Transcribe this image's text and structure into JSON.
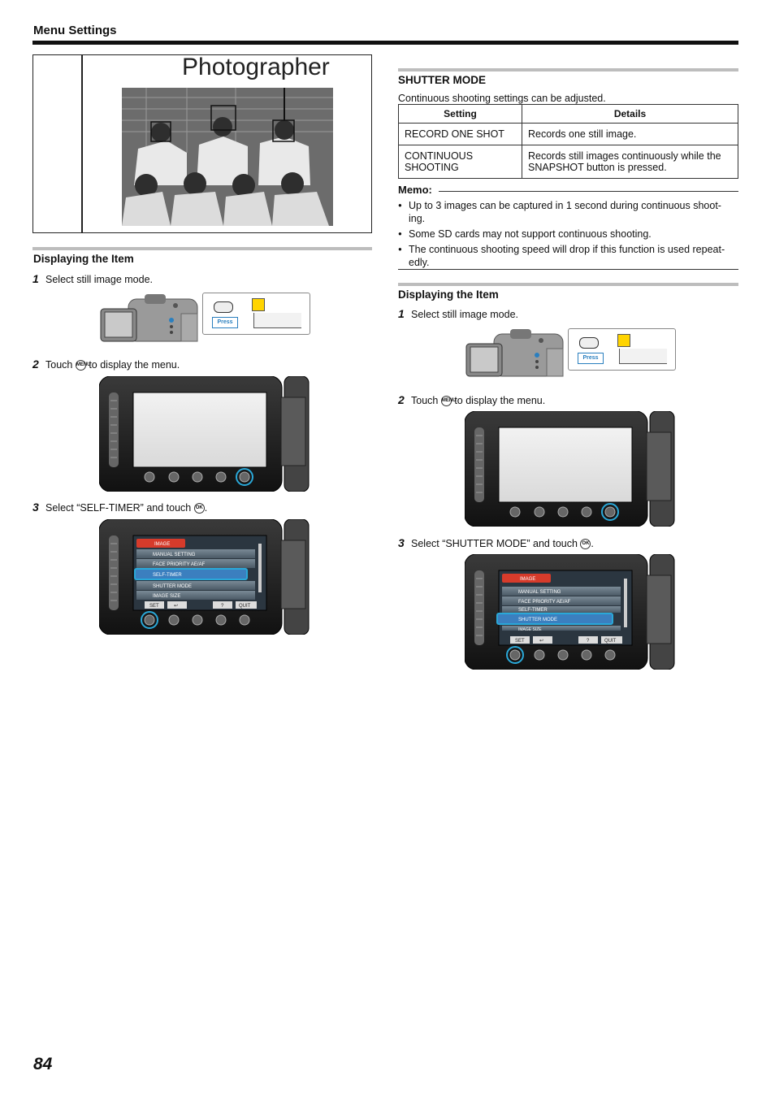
{
  "header": {
    "title": "Menu Settings"
  },
  "page_number": "84",
  "photo": {
    "caption": "Photographer"
  },
  "left": {
    "section_title": "Displaying the Item",
    "steps": [
      {
        "num": "1",
        "text": "Select still image mode."
      },
      {
        "num": "2",
        "before": "Touch",
        "after": "to display the menu."
      },
      {
        "num": "3",
        "before": "Select “SELF-TIMER” and touch",
        "after": "."
      }
    ],
    "menu": {
      "header": "IMAGE",
      "items": [
        "MANUAL SETTING",
        "FACE PRIORITY AE/AF",
        "SELF-TIMER",
        "SHUTTER MODE",
        "IMAGE SIZE"
      ],
      "selected": 2,
      "footer": [
        "SET",
        "↩",
        "?",
        "QUIT"
      ]
    }
  },
  "right": {
    "section_title": "SHUTTER MODE",
    "intro": "Continuous shooting settings can be adjusted.",
    "table": {
      "headers": [
        "Setting",
        "Details"
      ],
      "rows": [
        [
          "RECORD ONE SHOT",
          "Records one still image."
        ],
        [
          "CONTINUOUS SHOOTING",
          "Records still images continuously while the SNAPSHOT button is pressed."
        ]
      ]
    },
    "memo": {
      "label": "Memo:",
      "items": [
        "Up to 3 images can be captured in 1 second during continuous shoot-ing.",
        "Some SD cards may not support continuous shooting.",
        "The continuous shooting speed will drop if this function is used repeat-edly."
      ]
    },
    "display_title": "Displaying the Item",
    "steps": [
      {
        "num": "1",
        "text": "Select still image mode."
      },
      {
        "num": "2",
        "before": "Touch",
        "after": "to display the menu."
      },
      {
        "num": "3",
        "before": "Select “SHUTTER MODE” and touch",
        "after": "."
      }
    ],
    "menu": {
      "header": "IMAGE",
      "items": [
        "MANUAL SETTING",
        "FACE PRIORITY AE/AF",
        "SELF-TIMER",
        "SHUTTER MODE",
        "IMAGE SIZE"
      ],
      "selected": 3,
      "footer": [
        "SET",
        "↩",
        "?",
        "QUIT"
      ]
    }
  },
  "camera": {
    "press_label": "Press"
  },
  "glyphs": {
    "menu": "MENU",
    "ok": "OK"
  }
}
